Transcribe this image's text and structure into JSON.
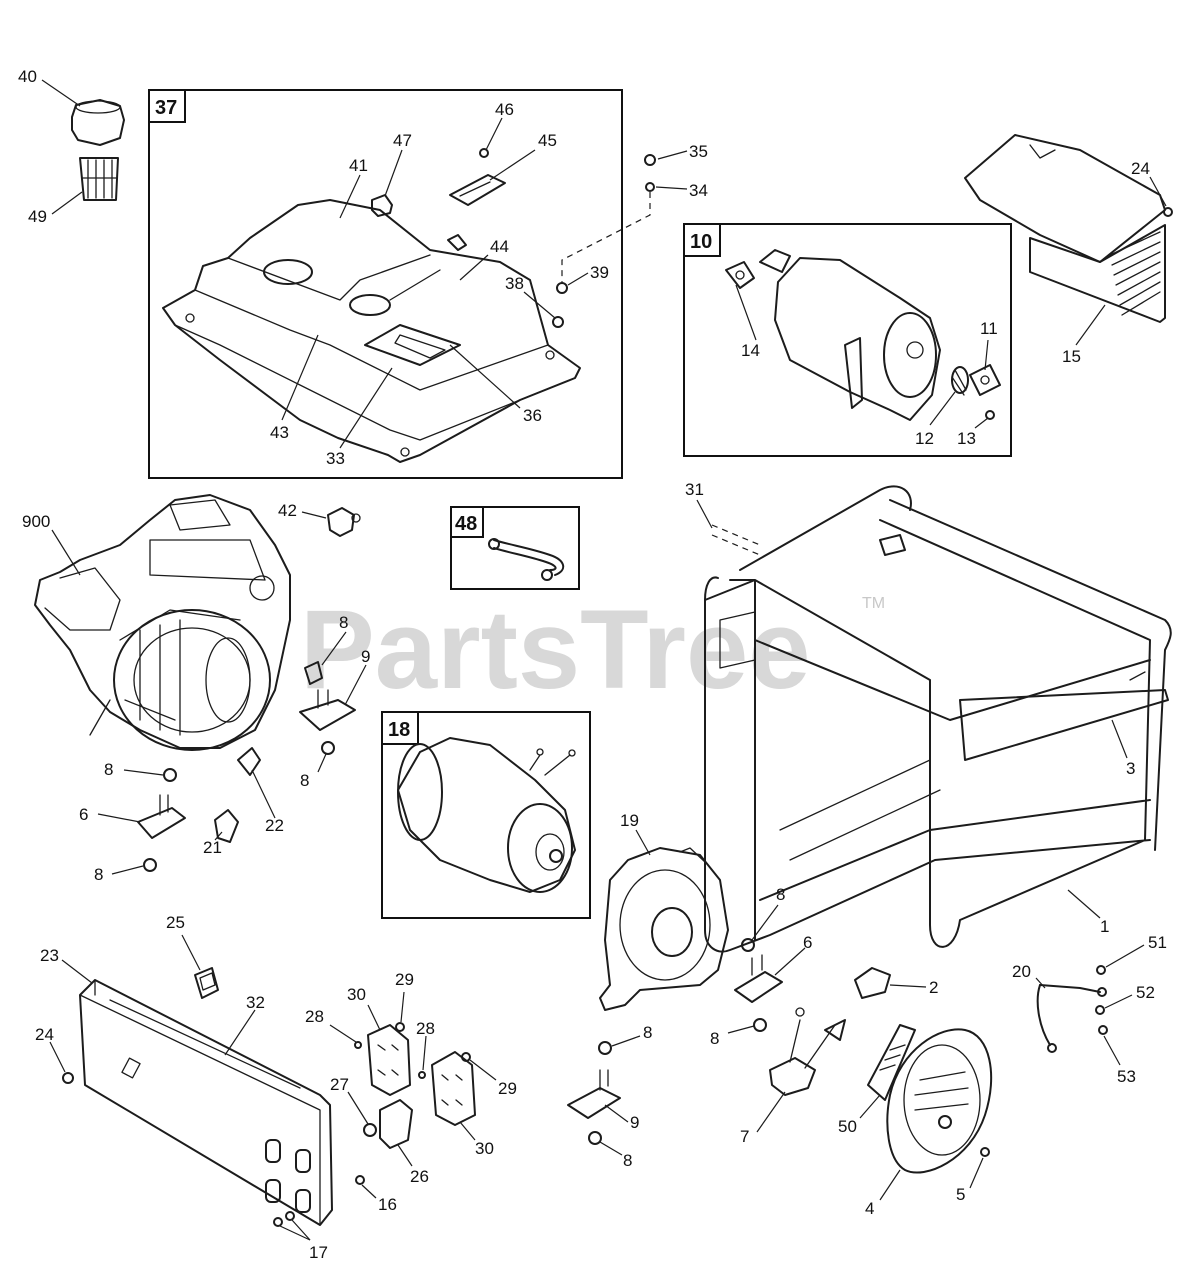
{
  "watermark": {
    "text": "PartsTree",
    "trademark": "TM"
  },
  "groups": [
    "37",
    "10",
    "48",
    "18"
  ],
  "callouts": {
    "c1": "1",
    "c2": "2",
    "c3": "3",
    "c4": "4",
    "c5": "5",
    "c6": "6",
    "c7": "7",
    "c8": "8",
    "c9": "9",
    "c10": "10",
    "c11": "11",
    "c12": "12",
    "c13": "13",
    "c14": "14",
    "c15": "15",
    "c16": "16",
    "c17": "17",
    "c18": "18",
    "c19": "19",
    "c20": "20",
    "c21": "21",
    "c22": "22",
    "c23": "23",
    "c24": "24",
    "c25": "25",
    "c26": "26",
    "c27": "27",
    "c28": "28",
    "c29": "29",
    "c30": "30",
    "c31": "31",
    "c32": "32",
    "c33": "33",
    "c34": "34",
    "c35": "35",
    "c36": "36",
    "c37": "37",
    "c38": "38",
    "c39": "39",
    "c40": "40",
    "c41": "41",
    "c42": "42",
    "c43": "43",
    "c44": "44",
    "c45": "45",
    "c46": "46",
    "c47": "47",
    "c48": "48",
    "c49": "49",
    "c50": "50",
    "c51": "51",
    "c52": "52",
    "c53": "53",
    "c900": "900"
  }
}
